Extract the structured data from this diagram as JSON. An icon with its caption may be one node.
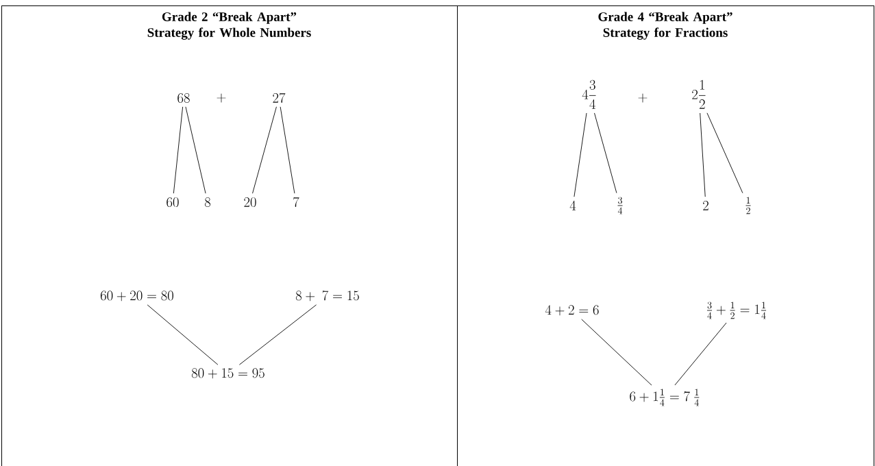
{
  "diagram": {
    "nodes": [
      {
        "text": [
          "Grade 2 “Break Apart” Strategy for Whole Numbers"
        ]
      },
      {
        "text": [
          "Grade 4 “Break Apart” Strategy for Fractions"
        ]
      },
      {
        "text": [
          "68"
        ],
        "in": 0
      },
      {
        "text": [
          "27"
        ],
        "in": 0
      },
      {
        "text": [
          "60"
        ],
        "in": 0
      },
      {
        "text": [
          "8"
        ],
        "in": 0
      },
      {
        "text": [
          "20"
        ],
        "in": 0
      },
      {
        "text": [
          "7"
        ],
        "in": 0
      },
      {
        "text": [
          "60 + 20 = 80"
        ],
        "in": 0
      },
      {
        "text": [
          "8 +\\ 7 = 15"
        ],
        "in": 0
      },
      {
        "text": [
          "80 + 15 = 95"
        ],
        "in": 0
      },
      {
        "text": [
          "4\\frac{3}{4}"
        ],
        "in": 1
      },
      {
        "text": [
          "2\\frac{1}{2}"
        ],
        "in": 1
      },
      {
        "text": [
          "4"
        ],
        "in": 1
      },
      {
        "text": [
          "\\frac{3}{4}"
        ],
        "in": 1
      },
      {
        "text": [
          "2"
        ],
        "in": 1
      },
      {
        "text": [
          "\\frac{1}{2}"
        ],
        "in": 1
      },
      {
        "text": [
          "4 + 2 = 6"
        ],
        "in": 1
      },
      {
        "text": [
          "\\frac{3}{4} + \\frac{1}{2} = 1\\frac{1}{4}"
        ],
        "in": 1
      },
      {
        "text": [
          "6 + 1\\frac{1}{4} = 7\\ \\frac{1}{4}"
        ],
        "in": 1
      }
    ],
    "edges": [
      {
        "from": 2,
        "to": 4,
        "arrow": "none"
      },
      {
        "from": 2,
        "to": 5,
        "arrow": "none"
      },
      {
        "from": 3,
        "to": 6,
        "arrow": "none"
      },
      {
        "from": 3,
        "to": 7,
        "arrow": "none"
      },
      {
        "from": 8,
        "to": 10,
        "arrow": "none"
      },
      {
        "from": 9,
        "to": 10,
        "arrow": "none"
      },
      {
        "from": 11,
        "to": 13,
        "arrow": "none"
      },
      {
        "from": 11,
        "to": 14,
        "arrow": "none"
      },
      {
        "from": 12,
        "to": 15,
        "arrow": "none"
      },
      {
        "from": 12,
        "to": 16,
        "arrow": "none"
      },
      {
        "from": 17,
        "to": 19,
        "arrow": "none"
      },
      {
        "from": 18,
        "to": 19,
        "arrow": "none"
      }
    ],
    "labels": [
      "+",
      "+"
    ]
  }
}
